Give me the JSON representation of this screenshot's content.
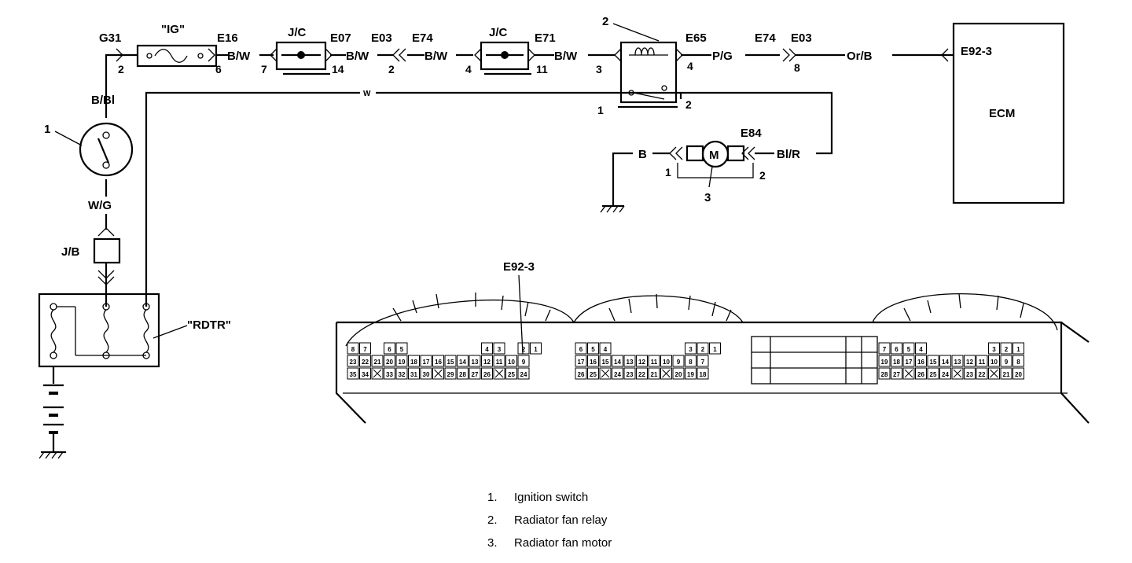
{
  "components": {
    "ig_fuse": "\"IG\"",
    "rdtr_fuse": "\"RDTR\"",
    "junction_block": "J/B",
    "joint_connector_1": "J/C",
    "joint_connector_2": "J/C",
    "ecm": "ECM",
    "motor": "M",
    "ecm_connector_ref": "E92-3"
  },
  "callouts": {
    "ignition_switch": "1",
    "fan_relay": "2",
    "fan_motor": "3"
  },
  "connectors": {
    "g31": "G31",
    "e16": "E16",
    "e07": "E07",
    "e03a": "E03",
    "e74a": "E74",
    "e71": "E71",
    "e65": "E65",
    "e74b": "E74",
    "e03b": "E03",
    "e84": "E84",
    "e92": "E92-3"
  },
  "pins": {
    "g31": "2",
    "e16": "6",
    "e07_in": "7",
    "e07_out": "14",
    "e03": "2",
    "jc2_in": "4",
    "jc2_out": "11",
    "relay_3": "3",
    "relay_4": "4",
    "relay_1": "1",
    "relay_2": "2",
    "e03_8": "8",
    "motor_1": "1",
    "motor_2": "2"
  },
  "wires": {
    "bbl": "B/Bl",
    "wg": "W/G",
    "bw1": "B/W",
    "bw2": "B/W",
    "bw3": "B/W",
    "bw4": "B/W",
    "pg": "P/G",
    "orb": "Or/B",
    "b": "B",
    "blr": "Bl/R",
    "w": "W"
  },
  "ecm_pinout": {
    "sections": [
      {
        "top": [
          "8",
          "7",
          "",
          "6",
          "5",
          "",
          "",
          "",
          "",
          "",
          "",
          "4",
          "3",
          "",
          "2",
          "1"
        ],
        "mid": [
          "23",
          "22",
          "21",
          "20",
          "19",
          "18",
          "17",
          "16",
          "15",
          "14",
          "13",
          "12",
          "11",
          "10",
          "9"
        ],
        "bot": [
          "35",
          "34",
          "X",
          "33",
          "32",
          "31",
          "30",
          "X",
          "29",
          "28",
          "27",
          "26",
          "X",
          "25",
          "24"
        ]
      },
      {
        "top": [
          "6",
          "5",
          "4",
          "",
          "",
          "",
          "",
          "",
          "",
          "3",
          "2",
          "1"
        ],
        "mid": [
          "17",
          "16",
          "15",
          "14",
          "13",
          "12",
          "11",
          "10",
          "9",
          "8",
          "7"
        ],
        "bot": [
          "26",
          "25",
          "X",
          "24",
          "23",
          "22",
          "21",
          "X",
          "20",
          "19",
          "18"
        ]
      },
      {
        "top": [
          "7",
          "6",
          "5",
          "4",
          "",
          "",
          "",
          "",
          "",
          "3",
          "2",
          "1"
        ],
        "mid": [
          "19",
          "18",
          "17",
          "16",
          "15",
          "14",
          "13",
          "12",
          "11",
          "10",
          "9",
          "8"
        ],
        "bot": [
          "28",
          "27",
          "X",
          "26",
          "25",
          "24",
          "X",
          "23",
          "22",
          "X",
          "21",
          "20"
        ]
      }
    ]
  },
  "legend": [
    {
      "num": "1.",
      "text": "Ignition switch"
    },
    {
      "num": "2.",
      "text": "Radiator fan relay"
    },
    {
      "num": "3.",
      "text": "Radiator fan motor"
    }
  ]
}
